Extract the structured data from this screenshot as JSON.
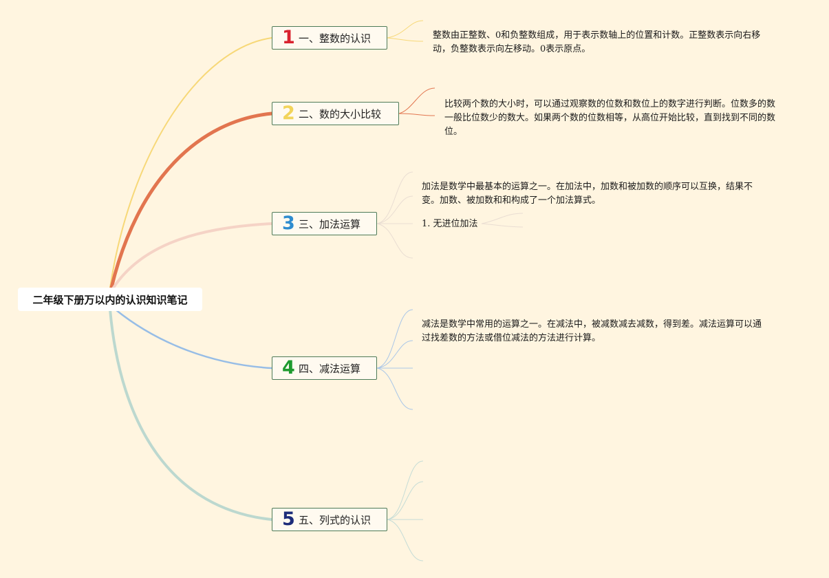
{
  "root_title": "二年级下册万以内的认识知识笔记",
  "topics": [
    {
      "number": "1",
      "label": "一、整数的认识",
      "color": "#d9232f"
    },
    {
      "number": "2",
      "label": "二、数的大小比较",
      "color": "#f2d45a"
    },
    {
      "number": "3",
      "label": "三、加法运算",
      "color": "#2f8ccf"
    },
    {
      "number": "4",
      "label": "四、减法运算",
      "color": "#1e9a2e"
    },
    {
      "number": "5",
      "label": "五、列式的认识",
      "color": "#1d2c7a"
    }
  ],
  "notes": {
    "t1": "整数由正整数、0和负整数组成，用于表示数轴上的位置和计数。正整数表示向右移动，负整数表示向左移动。0表示原点。",
    "t2": "比较两个数的大小时，可以通过观察数的位数和数位上的数字进行判断。位数多的数一般比位数少的数大。如果两个数的位数相等，从高位开始比较，直到找到不同的数位。",
    "t3": "加法是数学中最基本的运算之一。在加法中，加数和被加数的顺序可以互换，结果不变。加数、被加数和和构成了一个加法算式。",
    "t3_sub": "1. 无进位加法",
    "t4": "减法是数学中常用的运算之一。在减法中，被减数减去减数，得到差。减法运算可以通过找差数的方法或借位减法的方法进行计算。"
  },
  "branch_colors": [
    "#f7d878",
    "#e2754f",
    "#f5d3c6",
    "#97bde6",
    "#bcd8cf"
  ],
  "sub_colors": [
    "#f7d878",
    "#e2754f",
    "#e9ddd2",
    "#a9c6e8",
    "#c5dcd6"
  ]
}
